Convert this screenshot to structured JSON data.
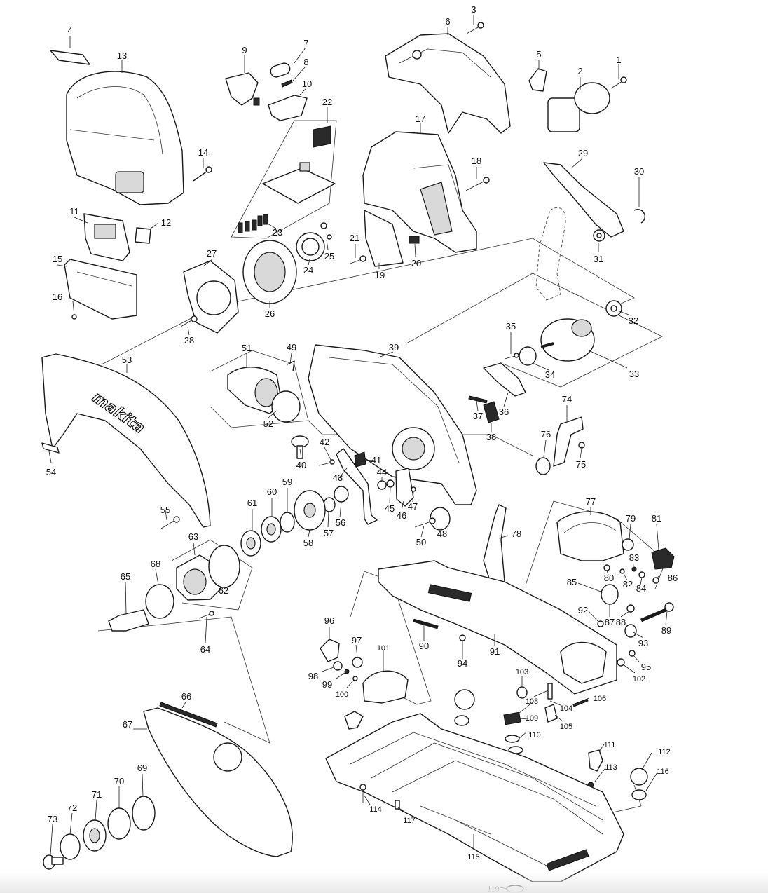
{
  "diagram": {
    "brand_label": "makita",
    "part_numbers": [
      "1",
      "2",
      "3",
      "4",
      "5",
      "6",
      "7",
      "8",
      "9",
      "10",
      "11",
      "12",
      "13",
      "14",
      "15",
      "16",
      "17",
      "18",
      "19",
      "20",
      "21",
      "22",
      "23",
      "24",
      "25",
      "26",
      "27",
      "28",
      "29",
      "30",
      "31",
      "32",
      "33",
      "34",
      "35",
      "36",
      "37",
      "38",
      "39",
      "40",
      "41",
      "42",
      "43",
      "44",
      "45",
      "46",
      "47",
      "48",
      "49",
      "50",
      "51",
      "52",
      "53",
      "54",
      "55",
      "56",
      "57",
      "58",
      "59",
      "60",
      "61",
      "62",
      "63",
      "64",
      "65",
      "66",
      "67",
      "68",
      "69",
      "70",
      "71",
      "72",
      "73",
      "74",
      "75",
      "76",
      "77",
      "78",
      "79",
      "80",
      "81",
      "82",
      "83",
      "84",
      "85",
      "86",
      "87",
      "88",
      "89",
      "90",
      "91",
      "92",
      "93",
      "94",
      "95",
      "96",
      "97",
      "98",
      "99",
      "100",
      "101",
      "102",
      "103",
      "104",
      "105",
      "106",
      "108",
      "109",
      "110",
      "111",
      "112",
      "113",
      "114",
      "115",
      "116",
      "117",
      "119"
    ]
  }
}
